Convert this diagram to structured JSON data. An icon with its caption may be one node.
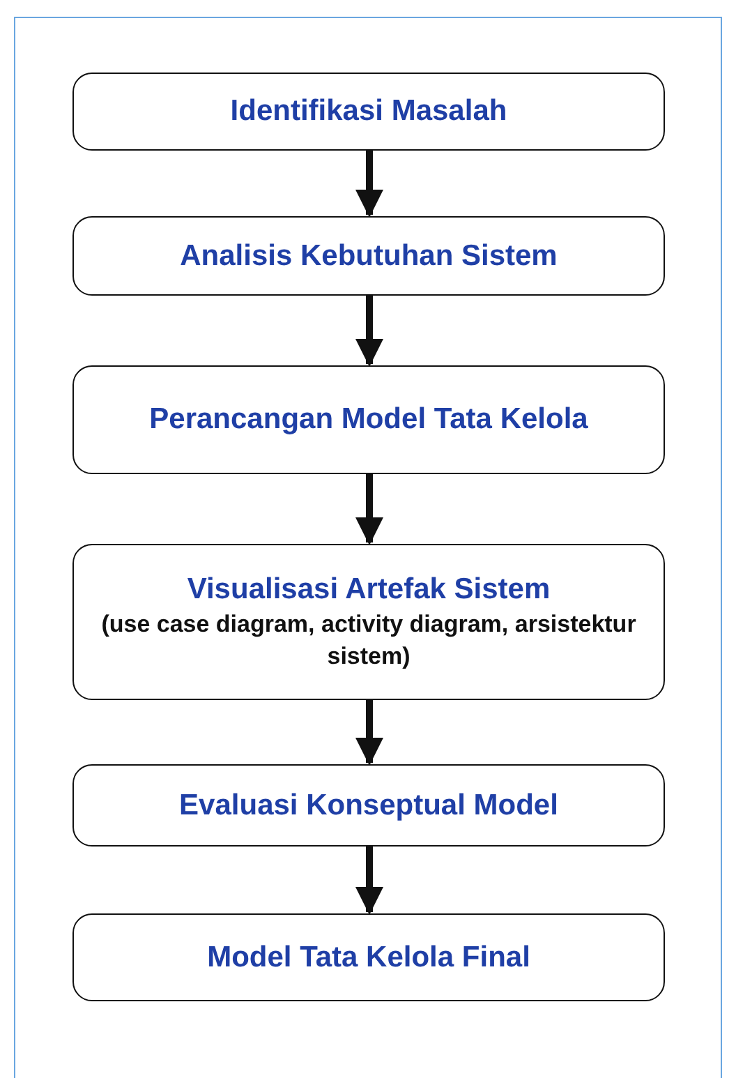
{
  "diagram": {
    "nodes": [
      {
        "text": [
          "Identifikasi Masalah"
        ]
      },
      {
        "text": [
          "Analisis Kebutuhan Sistem"
        ]
      },
      {
        "text": [
          "Perancangan Model Tata Kelola"
        ]
      },
      {
        "text": [
          "Visualisasi Artefak Sistem",
          "(use case diagram, activity diagram, arsistektur sistem)"
        ]
      },
      {
        "text": [
          "Evaluasi Konseptual Model"
        ]
      },
      {
        "text": [
          "Model Tata Kelola Final"
        ]
      }
    ],
    "edges": [
      {
        "from": 0,
        "to": 1,
        "arrow": "to"
      },
      {
        "from": 1,
        "to": 2,
        "arrow": "to"
      },
      {
        "from": 2,
        "to": 3,
        "arrow": "to"
      },
      {
        "from": 3,
        "to": 4,
        "arrow": "to"
      },
      {
        "from": 4,
        "to": 5,
        "arrow": "to"
      }
    ]
  }
}
